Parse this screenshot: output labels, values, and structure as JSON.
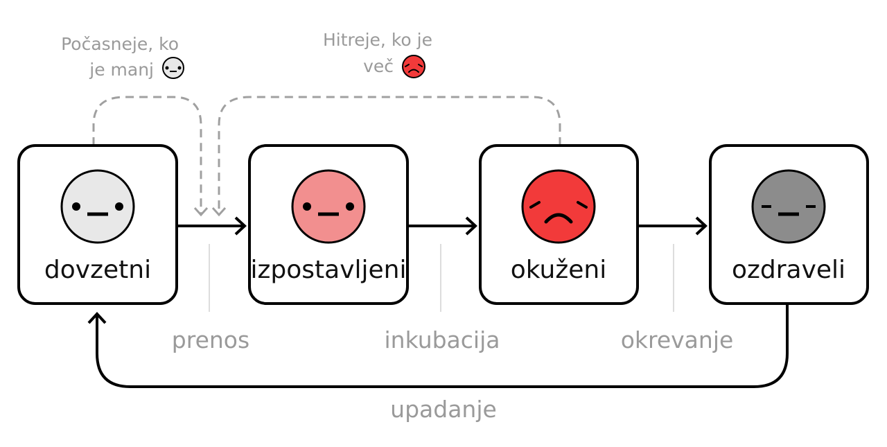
{
  "states": [
    {
      "label": "dovzetni",
      "face": {
        "fill": "#e8e8e8",
        "expression": "neutral"
      }
    },
    {
      "label": "izpostavljeni",
      "face": {
        "fill": "#f28f8f",
        "expression": "neutral"
      }
    },
    {
      "label": "okuženi",
      "face": {
        "fill": "#f23a3a",
        "expression": "sad"
      }
    },
    {
      "label": "ozdraveli",
      "face": {
        "fill": "#8c8c8c",
        "expression": "sleepy"
      }
    }
  ],
  "transitions": [
    "prenos",
    "inkubacija",
    "okrevanje"
  ],
  "return_transition": "upadanje",
  "notes": {
    "slower": {
      "line1": "Počasneje, ko",
      "line2": "je manj",
      "icon": "susceptible-face-icon"
    },
    "faster": {
      "line1": "Hitreje, ko je",
      "line2": "več",
      "icon": "infected-face-icon"
    }
  },
  "colors": {
    "arrow": "#000000",
    "dashed": "#a0a0a0",
    "muted_text": "#9a9a9a",
    "box_border": "#000000"
  }
}
